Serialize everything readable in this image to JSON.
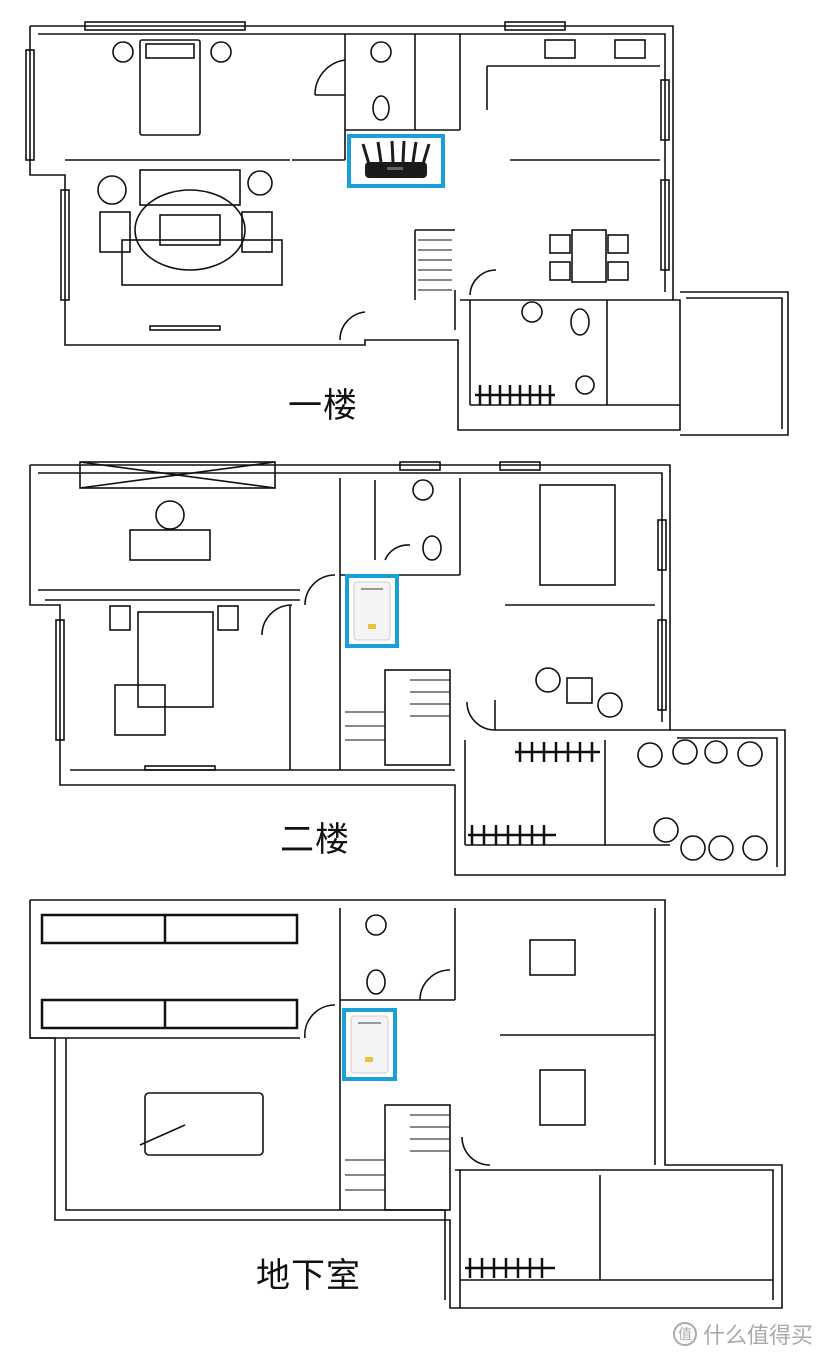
{
  "floors": [
    {
      "key": "f1",
      "label": "一楼",
      "device": "router-icon"
    },
    {
      "key": "f2",
      "label": "二楼",
      "device": "wifi-extender-icon"
    },
    {
      "key": "b1",
      "label": "地下室",
      "device": "wifi-extender-icon"
    }
  ],
  "watermark": {
    "text": "什么值得买",
    "logo": "值"
  },
  "colors": {
    "wall": "#111111",
    "highlight": "#1aa0d8",
    "watermark": "#a9a9a9"
  }
}
